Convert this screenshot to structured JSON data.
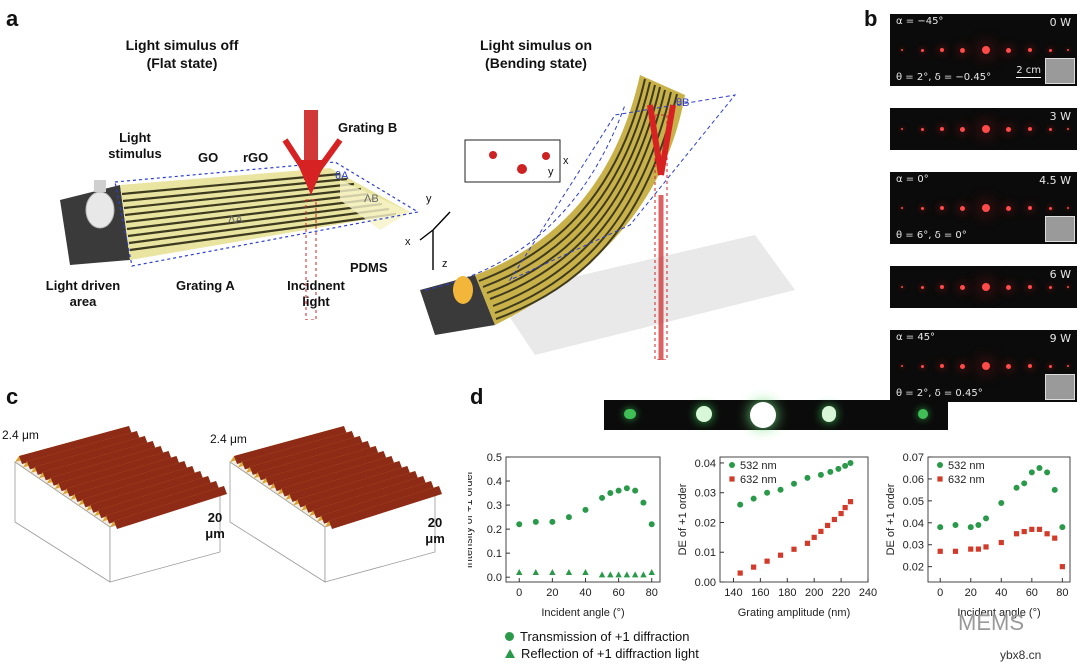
{
  "panels": {
    "a": "a",
    "b": "b",
    "c": "c",
    "d": "d"
  },
  "panel_a": {
    "flat_title": [
      "Light simulus off",
      "(Flat state)"
    ],
    "bend_title": [
      "Light simulus on",
      "(Bending state)"
    ],
    "labels": {
      "light_stimulus": [
        "Light",
        "stimulus"
      ],
      "go": "GO",
      "rgo": "rGO",
      "grating_b": "Grating B",
      "grating_a": "Grating A",
      "pdms": "PDMS",
      "light_driven": [
        "Light driven",
        "area"
      ],
      "incident": [
        "Incidnent",
        "light"
      ],
      "theta_a": "θA",
      "theta_b": "θB",
      "lambda_a": "ΛA",
      "lambda_b": "ΛB",
      "ax_x": "x",
      "ax_y": "y",
      "ax_z": "z"
    }
  },
  "panel_b": {
    "rows": [
      {
        "power": "0 W",
        "top": "α = −45°",
        "bottom": "θ = 2°, δ = −0.45°",
        "scale": "2 cm"
      },
      {
        "power": "3 W"
      },
      {
        "power": "4.5 W",
        "top": "α = 0°",
        "bottom": "θ = 6°, δ = 0°"
      },
      {
        "power": "6 W"
      },
      {
        "power": "9 W",
        "top": "α = 45°",
        "bottom": "θ = 2°, δ = 0.45°"
      }
    ]
  },
  "panel_c": {
    "left": {
      "height": "2.4 μm",
      "width": [
        "20",
        "μm"
      ]
    },
    "right": {
      "height": "2.4 μm",
      "width": [
        "20",
        "μm"
      ]
    }
  },
  "chart_data": [
    {
      "type": "scatter",
      "xlabel": "Incident angle (°)",
      "ylabel": "Intensity of +1 order",
      "xlim": [
        -8,
        85
      ],
      "ylim": [
        -0.02,
        0.5
      ],
      "xticks": [
        0,
        20,
        40,
        60,
        80
      ],
      "yticks": [
        0.0,
        0.1,
        0.2,
        0.3,
        0.4,
        0.5
      ],
      "series": [
        {
          "name": "Transmission of +1 diffraction",
          "marker": "circle",
          "color": "#2a9a4a",
          "x": [
            0,
            10,
            20,
            30,
            40,
            50,
            55,
            60,
            65,
            70,
            75,
            80
          ],
          "y": [
            0.22,
            0.23,
            0.23,
            0.25,
            0.28,
            0.33,
            0.35,
            0.36,
            0.37,
            0.36,
            0.31,
            0.22
          ]
        },
        {
          "name": "Reflection of +1 diffraction light",
          "marker": "triangle",
          "color": "#2a9a4a",
          "x": [
            0,
            10,
            20,
            30,
            40,
            50,
            55,
            60,
            65,
            70,
            75,
            80
          ],
          "y": [
            0.02,
            0.02,
            0.02,
            0.02,
            0.02,
            0.01,
            0.01,
            0.01,
            0.01,
            0.01,
            0.01,
            0.02
          ]
        }
      ]
    },
    {
      "type": "scatter",
      "xlabel": "Grating amplitude (nm)",
      "ylabel": "DE of +1 order",
      "xlim": [
        130,
        240
      ],
      "ylim": [
        0.0,
        0.042
      ],
      "xticks": [
        140,
        160,
        180,
        200,
        220,
        240
      ],
      "yticks": [
        0.0,
        0.01,
        0.02,
        0.03,
        0.04
      ],
      "series": [
        {
          "name": "532 nm",
          "marker": "circle",
          "color": "#2a9a4a",
          "x": [
            145,
            155,
            165,
            175,
            185,
            195,
            205,
            212,
            218,
            223,
            227
          ],
          "y": [
            0.026,
            0.028,
            0.03,
            0.031,
            0.033,
            0.035,
            0.036,
            0.037,
            0.038,
            0.039,
            0.04
          ]
        },
        {
          "name": "632 nm",
          "marker": "square",
          "color": "#d23a2a",
          "x": [
            145,
            155,
            165,
            175,
            185,
            195,
            200,
            205,
            210,
            215,
            220,
            223,
            227
          ],
          "y": [
            0.003,
            0.005,
            0.007,
            0.009,
            0.011,
            0.013,
            0.015,
            0.017,
            0.019,
            0.021,
            0.023,
            0.025,
            0.027
          ]
        }
      ]
    },
    {
      "type": "scatter",
      "xlabel": "Incident angle (°)",
      "ylabel": "DE of +1 order",
      "xlim": [
        -8,
        85
      ],
      "ylim": [
        0.013,
        0.07
      ],
      "xticks": [
        0,
        20,
        40,
        60,
        80
      ],
      "yticks": [
        0.02,
        0.03,
        0.04,
        0.05,
        0.06,
        0.07
      ],
      "series": [
        {
          "name": "532 nm",
          "marker": "circle",
          "color": "#2a9a4a",
          "x": [
            0,
            10,
            20,
            25,
            30,
            40,
            50,
            55,
            60,
            65,
            70,
            75,
            80
          ],
          "y": [
            0.038,
            0.039,
            0.038,
            0.039,
            0.042,
            0.049,
            0.056,
            0.058,
            0.063,
            0.065,
            0.063,
            0.055,
            0.038
          ]
        },
        {
          "name": "632 nm",
          "marker": "square",
          "color": "#d23a2a",
          "x": [
            0,
            10,
            20,
            25,
            30,
            40,
            50,
            55,
            60,
            65,
            70,
            75,
            80
          ],
          "y": [
            0.027,
            0.027,
            0.028,
            0.028,
            0.029,
            0.031,
            0.035,
            0.036,
            0.037,
            0.037,
            0.035,
            0.033,
            0.02
          ]
        }
      ]
    }
  ],
  "legend_d": {
    "circle": "Transmission of +1 diffraction",
    "triangle": "Reflection of +1 diffraction light"
  },
  "watermark": {
    "site": "ybx8.cn",
    "name": "MEMS"
  }
}
